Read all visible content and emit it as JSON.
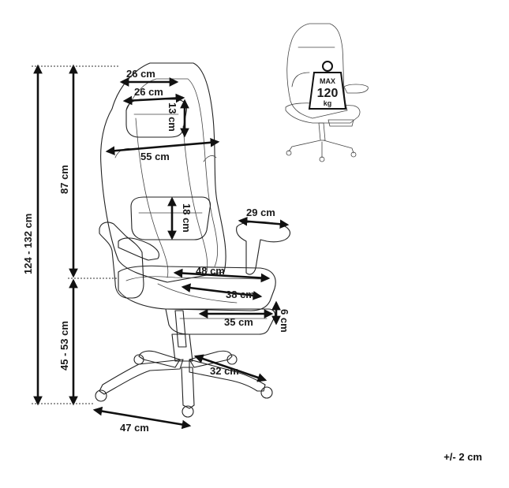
{
  "dimensions": {
    "headrest_top_width": "26 cm",
    "headrest_pillow_width": "26 cm",
    "headrest_pillow_height": "13 cm",
    "backrest_width": "55 cm",
    "lumbar_pillow_height": "18 cm",
    "armrest_length": "29 cm",
    "seat_width": "48 cm",
    "seat_depth": "38 cm",
    "footrest_width": "35 cm",
    "footrest_height": "6 cm",
    "base_radius": "32 cm",
    "base_width": "47 cm",
    "total_height": "124 - 132 cm",
    "backrest_height": "87 cm",
    "seat_height": "45 - 53 cm"
  },
  "max_load": {
    "line1": "MAX",
    "line2": "120",
    "line3": "kg"
  },
  "tolerance": "+/- 2 cm"
}
